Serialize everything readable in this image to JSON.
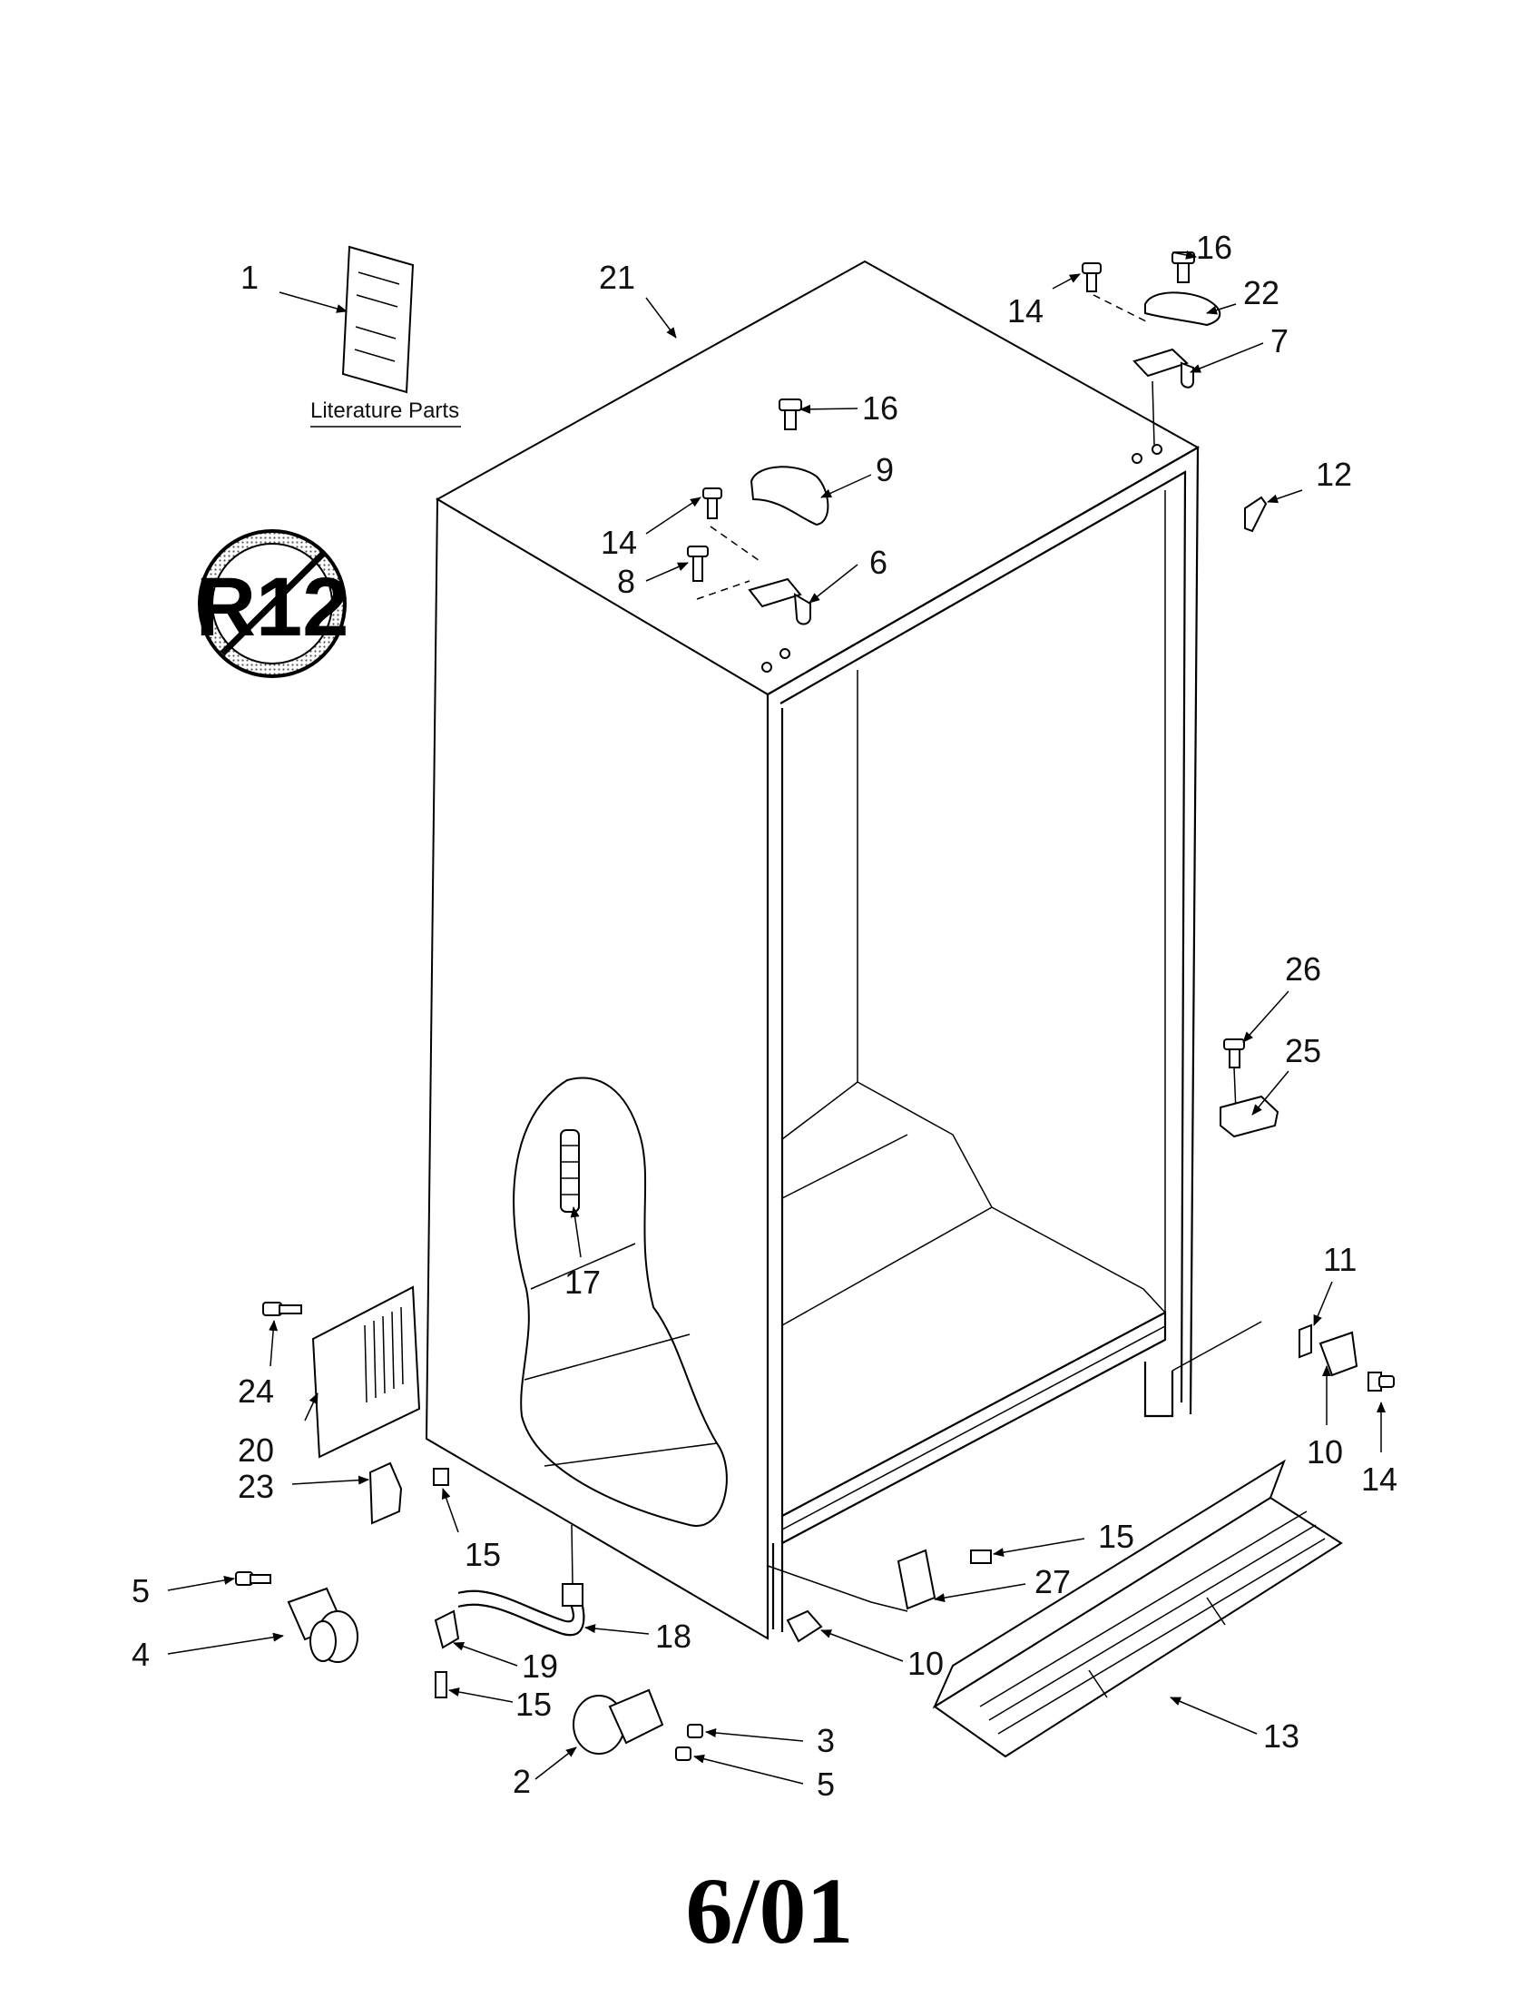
{
  "literature_caption": "Literature Parts",
  "r12_symbol_text": "R12",
  "date_code": "6/01",
  "callouts": [
    {
      "id": "c1",
      "label": "1"
    },
    {
      "id": "c21",
      "label": "21"
    },
    {
      "id": "c16a",
      "label": "16"
    },
    {
      "id": "c9",
      "label": "9"
    },
    {
      "id": "c14a",
      "label": "14"
    },
    {
      "id": "c8",
      "label": "8"
    },
    {
      "id": "c6",
      "label": "6"
    },
    {
      "id": "c16b",
      "label": "16"
    },
    {
      "id": "c14b",
      "label": "14"
    },
    {
      "id": "c22",
      "label": "22"
    },
    {
      "id": "c7",
      "label": "7"
    },
    {
      "id": "c12",
      "label": "12"
    },
    {
      "id": "c26",
      "label": "26"
    },
    {
      "id": "c25",
      "label": "25"
    },
    {
      "id": "c17",
      "label": "17"
    },
    {
      "id": "c11",
      "label": "11"
    },
    {
      "id": "c10a",
      "label": "10"
    },
    {
      "id": "c14c",
      "label": "14"
    },
    {
      "id": "c24",
      "label": "24"
    },
    {
      "id": "c20",
      "label": "20"
    },
    {
      "id": "c23",
      "label": "23"
    },
    {
      "id": "c15a",
      "label": "15"
    },
    {
      "id": "c15b",
      "label": "15"
    },
    {
      "id": "c27",
      "label": "27"
    },
    {
      "id": "c5a",
      "label": "5"
    },
    {
      "id": "c4",
      "label": "4"
    },
    {
      "id": "c18",
      "label": "18"
    },
    {
      "id": "c19",
      "label": "19"
    },
    {
      "id": "c10b",
      "label": "10"
    },
    {
      "id": "c15c",
      "label": "15"
    },
    {
      "id": "c13",
      "label": "13"
    },
    {
      "id": "c3",
      "label": "3"
    },
    {
      "id": "c2",
      "label": "2"
    },
    {
      "id": "c5b",
      "label": "5"
    }
  ]
}
